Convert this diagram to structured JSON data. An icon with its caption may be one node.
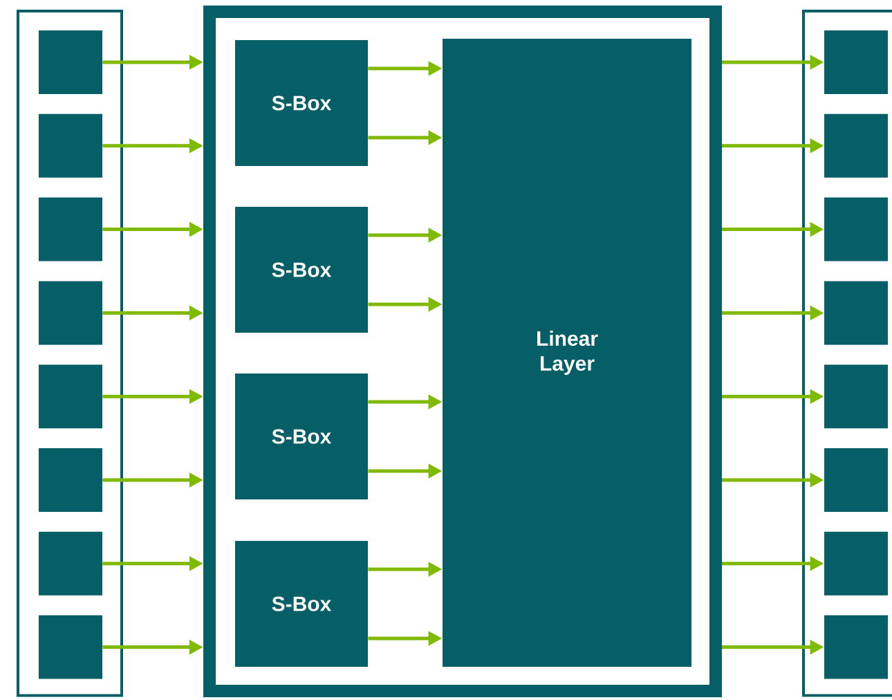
{
  "diagram": {
    "nodes": [
      {
        "text": [],
        "shape": "box"
      },
      {
        "text": [],
        "shape": "box",
        "in": 0
      },
      {
        "text": [],
        "shape": "box",
        "in": 0
      },
      {
        "text": [],
        "shape": "box",
        "in": 0
      },
      {
        "text": [],
        "shape": "box",
        "in": 0
      },
      {
        "text": [],
        "shape": "box",
        "in": 0
      },
      {
        "text": [],
        "shape": "box",
        "in": 0
      },
      {
        "text": [],
        "shape": "box",
        "in": 0
      },
      {
        "text": [],
        "shape": "box",
        "in": 0
      },
      {
        "text": [],
        "shape": "box"
      },
      {
        "text": [
          "S-Box"
        ],
        "in": 9
      },
      {
        "text": [
          "S-Box"
        ],
        "in": 9
      },
      {
        "text": [
          "S-Box"
        ],
        "in": 9
      },
      {
        "text": [
          "S-Box"
        ],
        "in": 9
      },
      {
        "text": [
          "Linear Layer"
        ],
        "in": 9
      },
      {
        "text": [],
        "shape": "box"
      },
      {
        "text": [],
        "shape": "box",
        "in": 15
      },
      {
        "text": [],
        "shape": "box",
        "in": 15
      },
      {
        "text": [],
        "shape": "box",
        "in": 15
      },
      {
        "text": [],
        "shape": "box",
        "in": 15
      },
      {
        "text": [],
        "shape": "box",
        "in": 15
      },
      {
        "text": [],
        "shape": "box",
        "in": 15
      },
      {
        "text": [],
        "shape": "box",
        "in": 15
      },
      {
        "text": [],
        "shape": "box",
        "in": 15
      }
    ],
    "edges": [
      {
        "from": 1,
        "to": 9,
        "arrow": "to"
      },
      {
        "from": 2,
        "to": 9,
        "arrow": "to"
      },
      {
        "from": 3,
        "to": 9,
        "arrow": "to"
      },
      {
        "from": 4,
        "to": 9,
        "arrow": "to"
      },
      {
        "from": 5,
        "to": 9,
        "arrow": "to"
      },
      {
        "from": 6,
        "to": 9,
        "arrow": "to"
      },
      {
        "from": 7,
        "to": 9,
        "arrow": "to"
      },
      {
        "from": 8,
        "to": 9,
        "arrow": "to"
      },
      {
        "from": 10,
        "to": 14,
        "arrow": "to"
      },
      {
        "from": 10,
        "to": 14,
        "arrow": "to"
      },
      {
        "from": 11,
        "to": 14,
        "arrow": "to"
      },
      {
        "from": 11,
        "to": 14,
        "arrow": "to"
      },
      {
        "from": 12,
        "to": 14,
        "arrow": "to"
      },
      {
        "from": 12,
        "to": 14,
        "arrow": "to"
      },
      {
        "from": 13,
        "to": 14,
        "arrow": "to"
      },
      {
        "from": 13,
        "to": 14,
        "arrow": "to"
      },
      {
        "from": 9,
        "to": 16,
        "arrow": "to"
      },
      {
        "from": 9,
        "to": 17,
        "arrow": "to"
      },
      {
        "from": 9,
        "to": 18,
        "arrow": "to"
      },
      {
        "from": 9,
        "to": 19,
        "arrow": "to"
      },
      {
        "from": 9,
        "to": 20,
        "arrow": "to"
      },
      {
        "from": 9,
        "to": 21,
        "arrow": "to"
      },
      {
        "from": 9,
        "to": 22,
        "arrow": "to"
      },
      {
        "from": 9,
        "to": 23,
        "arrow": "to"
      }
    ]
  }
}
